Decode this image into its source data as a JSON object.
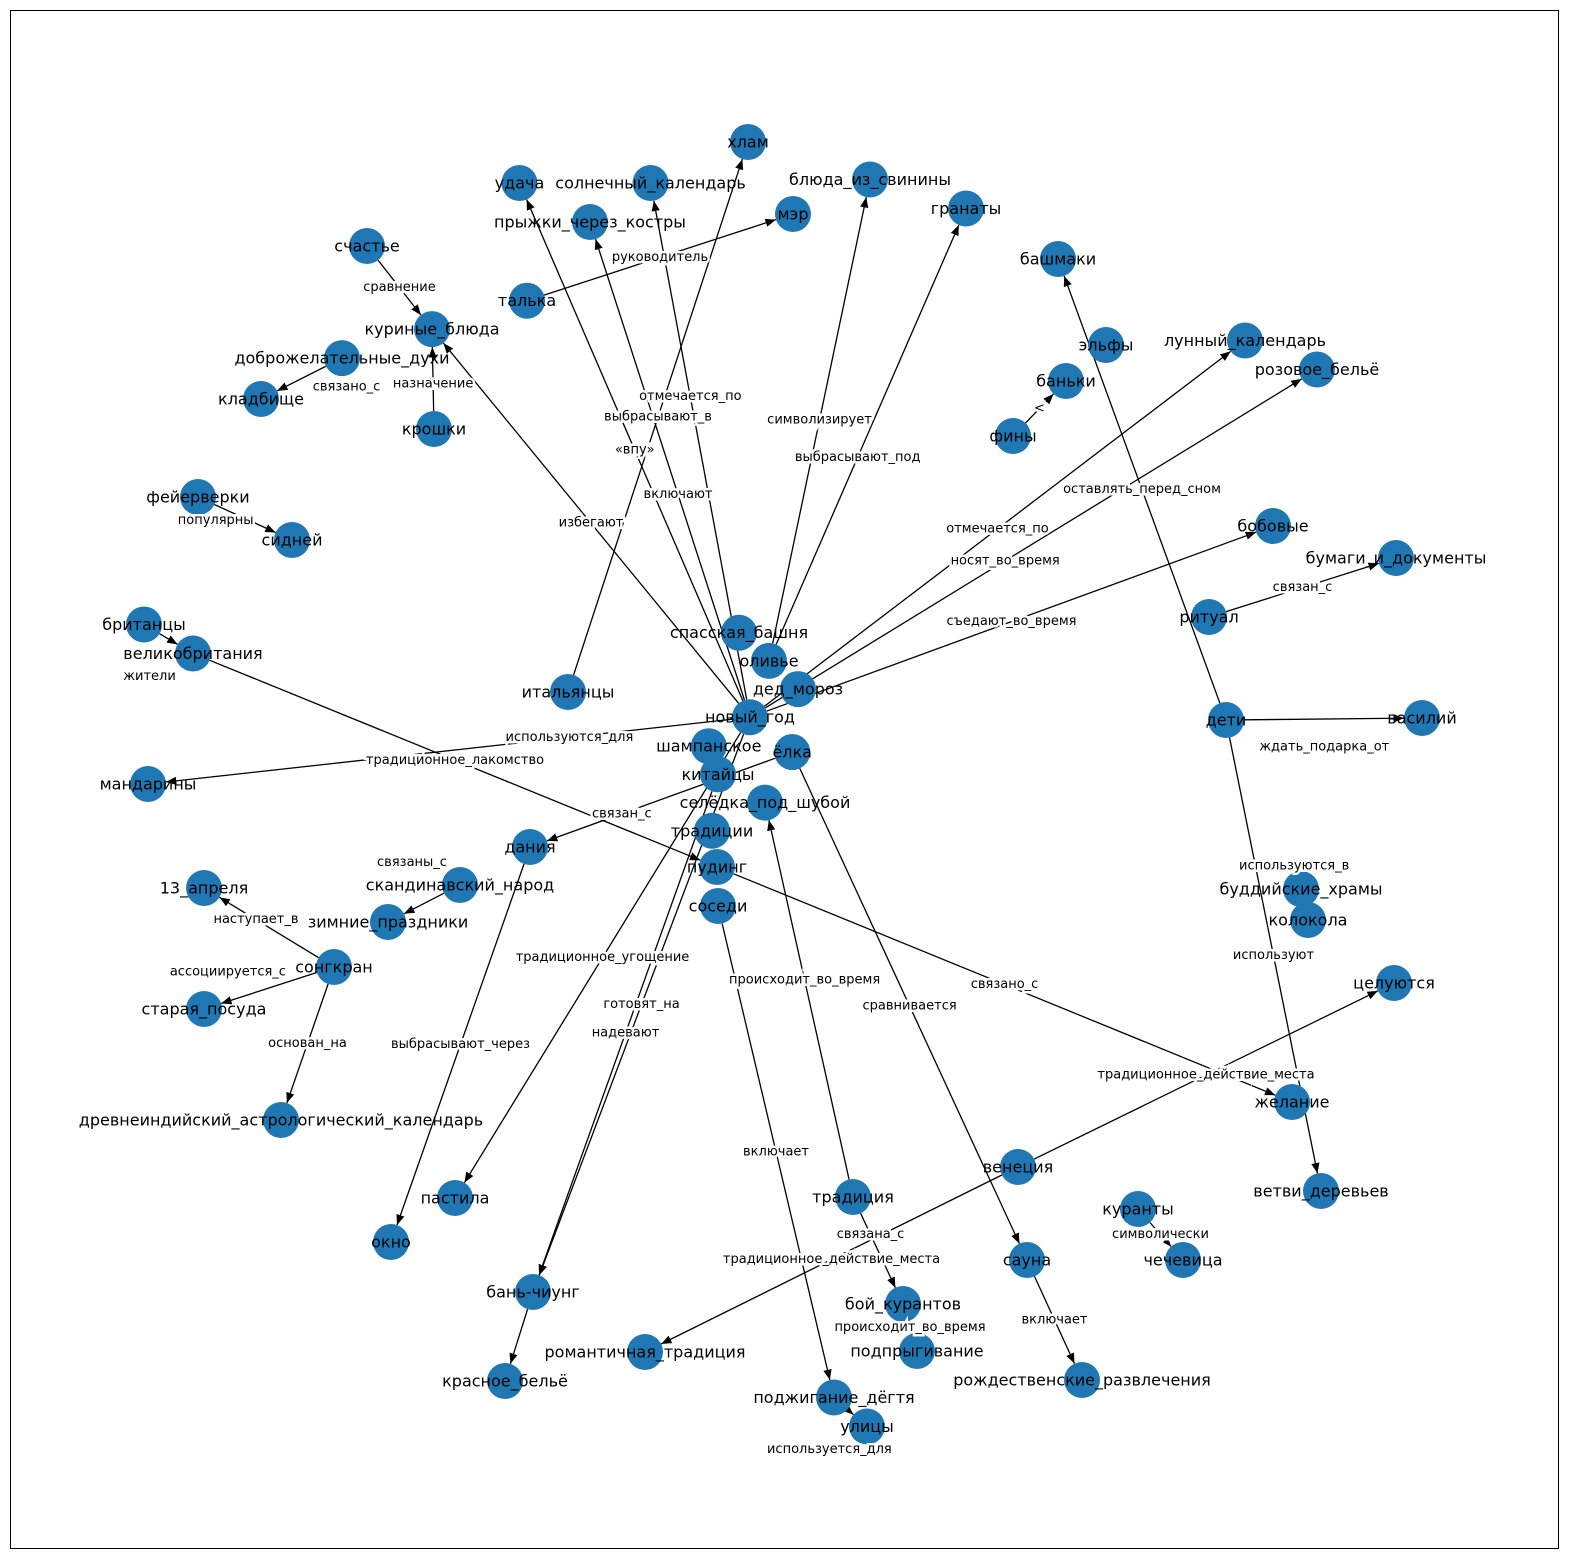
{
  "colors": {
    "node": "#1f77b4",
    "edge": "#000000",
    "frame": "#000000"
  },
  "nodes": [
    "хлам",
    "удача",
    "солнечный_календарь",
    "блюда_из_свинины",
    "прыжки_через_костры",
    "мэр",
    "гранаты",
    "счастье",
    "башмаки",
    "талька",
    "куриные_блюда",
    "доброжелательные_духи",
    "эльфы",
    "лунный_календарь",
    "розовое_бельё",
    "баньки",
    "кладбище",
    "крошки",
    "фины",
    "фейерверки",
    "сидней",
    "бобовые",
    "бумаги_и_документы",
    "британцы",
    "великобритания",
    "ритуал",
    "итальянцы",
    "спасская_башня",
    "оливье",
    "шампанское",
    "дед_мороз",
    "новый_год",
    "китайцы",
    "ёлка",
    "селёдка_под_шубой",
    "дети",
    "василий",
    "мандарины",
    "традиции",
    "дания",
    "пудинг",
    "скандинавский_народ",
    "соседи",
    "13_апреля",
    "буддийские_храмы",
    "зимние_праздники",
    "колокола",
    "сонгкран",
    "целуются",
    "старая_посуда",
    "желание",
    "древнеиндийский_астрологический_календарь",
    "венеция",
    "традиция",
    "пастила",
    "ветви_деревьев",
    "куранты",
    "чечевица",
    "окно",
    "сауна",
    "бань-чиунг",
    "бой_курантов",
    "романтичная_традиция",
    "подпрыгивание",
    "рождественские_развлечения",
    "красное_бельё",
    "поджигание_дёгтя",
    "улицы"
  ],
  "edges": [
    {
      "s": "итальянцы",
      "t": "хлам",
      "label": "выбрасывают_в"
    },
    {
      "s": "новый_год",
      "t": "удача",
      "label": "«впу»"
    },
    {
      "s": "новый_год",
      "t": "прыжки_через_костры",
      "label": "включают"
    },
    {
      "s": "новый_год",
      "t": "солнечный_календарь",
      "label": "отмечается_по"
    },
    {
      "s": "талька",
      "t": "мэр",
      "label": "руководитель"
    },
    {
      "s": "оливье",
      "t": "блюда_из_свинины",
      "label": "символизирует"
    },
    {
      "s": "оливье",
      "t": "гранаты",
      "label": "выбрасывают_под"
    },
    {
      "s": "новый_год",
      "t": "куриные_блюда",
      "label": "избегают"
    },
    {
      "s": "счастье",
      "t": "куриные_блюда",
      "label": "сравнение"
    },
    {
      "s": "доброжелательные_духи",
      "t": "кладбище",
      "label": "связано_с"
    },
    {
      "s": "крошки",
      "t": "куриные_блюда",
      "label": "назначение"
    },
    {
      "s": "фейерверки",
      "t": "сидней",
      "label": "популярны"
    },
    {
      "s": "британцы",
      "t": "великобритания",
      "label": "жители"
    },
    {
      "s": "великобритания",
      "t": "пудинг",
      "label": "традиционное_лакомство"
    },
    {
      "s": "пудинг",
      "t": "желание",
      "label": "связано_с"
    },
    {
      "s": "новый_год",
      "t": "мандарины",
      "label": "используются_для"
    },
    {
      "s": "новый_год",
      "t": "лунный_календарь",
      "label": "отмечается_по"
    },
    {
      "s": "новый_год",
      "t": "розовое_бельё",
      "label": "носят_во_время"
    },
    {
      "s": "новый_год",
      "t": "бобовые",
      "label": "съедают_во_время"
    },
    {
      "s": "ритуал",
      "t": "бумаги_и_документы",
      "label": "связан_с"
    },
    {
      "s": "фины",
      "t": "баньки",
      "label": "<"
    },
    {
      "s": "дети",
      "t": "башмаки",
      "label": "оставлять_перед_сном"
    },
    {
      "s": "дети",
      "t": "василий",
      "label": "ждать_подарка_от"
    },
    {
      "s": "дети",
      "t": "ветви_деревьев",
      "label": "используют"
    },
    {
      "s": "буддийские_храмы",
      "t": "колокола",
      "label": "используются_в"
    },
    {
      "s": "венеция",
      "t": "целуются",
      "label": "традиционное_действие_места"
    },
    {
      "s": "венеция",
      "t": "романтичная_традиция",
      "label": "традиционное_действие_места"
    },
    {
      "s": "куранты",
      "t": "чечевица",
      "label": "символически"
    },
    {
      "s": "ёлка",
      "t": "сауна",
      "label": "сравнивается"
    },
    {
      "s": "сауна",
      "t": "рождественские_развлечения",
      "label": "включает"
    },
    {
      "s": "традиция",
      "t": "селёдка_под_шубой",
      "label": "происходит_во_время"
    },
    {
      "s": "традиция",
      "t": "бой_курантов",
      "label": "связана_с"
    },
    {
      "s": "бой_курантов",
      "t": "подпрыгивание",
      "label": "происходит_во_время"
    },
    {
      "s": "соседи",
      "t": "поджигание_дёгтя",
      "label": "включает"
    },
    {
      "s": "новый_год",
      "t": "пастила",
      "label": "традиционное_угощение"
    },
    {
      "s": "новый_год",
      "t": "бань-чиунг",
      "label": "готовят_на"
    },
    {
      "s": "китайцы",
      "t": "бань-чиунг",
      "label": "надевают"
    },
    {
      "s": "бань-чиунг",
      "t": "красное_бельё",
      "label": ""
    },
    {
      "s": "дания",
      "t": "окно",
      "label": "выбрасывают_через"
    },
    {
      "s": "ёлка",
      "t": "дания",
      "label": "связан_с"
    },
    {
      "s": "скандинавский_народ",
      "t": "зимние_праздники",
      "label": "связаны_с"
    },
    {
      "s": "сонгкран",
      "t": "13_апреля",
      "label": "наступает_в"
    },
    {
      "s": "сонгкран",
      "t": "старая_посуда",
      "label": "ассоциируется_с"
    },
    {
      "s": "сонгкран",
      "t": "древнеиндийский_астрологический_календарь",
      "label": "основан_на"
    },
    {
      "s": "поджигание_дёгтя",
      "t": "улицы",
      "label": "используется_для"
    }
  ]
}
